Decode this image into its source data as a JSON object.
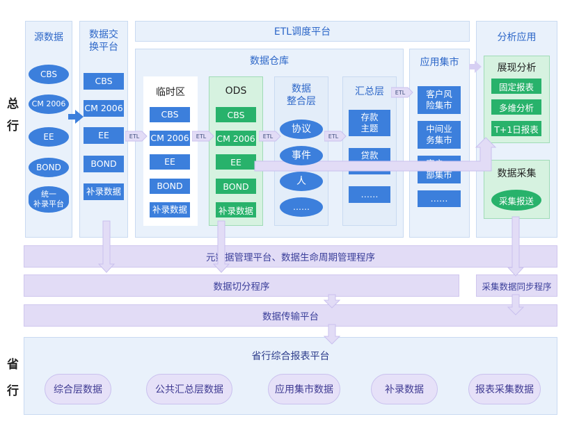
{
  "side_labels": {
    "top_1": "总",
    "top_2": "行",
    "bottom_1": "省",
    "bottom_2": "行"
  },
  "source_data": {
    "title": "源数据",
    "items": [
      "CBS",
      "CM 2006",
      "EE",
      "BOND",
      "统一\n补录平台"
    ]
  },
  "exchange": {
    "title": "数据交\n换平台",
    "items": [
      "CBS",
      "CM 2006",
      "EE",
      "BOND",
      "补录数据"
    ]
  },
  "etl_schedule": {
    "title": "ETL调度平台"
  },
  "warehouse": {
    "title": "数据仓库"
  },
  "temp_zone": {
    "title": "临时区",
    "items": [
      "CBS",
      "CM 2006",
      "EE",
      "BOND",
      "补录数据"
    ]
  },
  "ods": {
    "title": "ODS",
    "items": [
      "CBS",
      "CM 2006",
      "EE",
      "BOND",
      "补录数据"
    ]
  },
  "integration": {
    "title": "数据\n整合层",
    "items": [
      "协议",
      "事件",
      "人",
      "……"
    ]
  },
  "summary": {
    "title": "汇总层",
    "items": [
      "存款\n主题",
      "贷款\n主题",
      "……"
    ]
  },
  "app_mart": {
    "title": "应用集市",
    "items": [
      "客户风\n险集市",
      "中间业\n务集市",
      "客户一\n部集市",
      "……"
    ]
  },
  "analysis": {
    "title": "分析应用",
    "display": {
      "title": "展现分析",
      "items": [
        "固定报表",
        "多维分析",
        "T+1日报表"
      ]
    },
    "collect": {
      "title": "数据采集",
      "button": "采集报送"
    }
  },
  "etl_label": "ETL",
  "bars": {
    "metadata": "元数据管理平台、数据生命周期管理程序",
    "split": "数据切分程序",
    "sync": "采集数据同步程序",
    "transfer": "数据传输平台"
  },
  "province": {
    "title": "省行综合报表平台",
    "items": [
      "综合层数据",
      "公共汇总层数据",
      "应用集市数据",
      "补录数据",
      "报表采集数据"
    ]
  },
  "colors": {
    "primary_blue": "#3c7fdc",
    "green": "#28b26b",
    "purple_bar": "#e2dcf6",
    "panel": "#e9f1fb"
  }
}
